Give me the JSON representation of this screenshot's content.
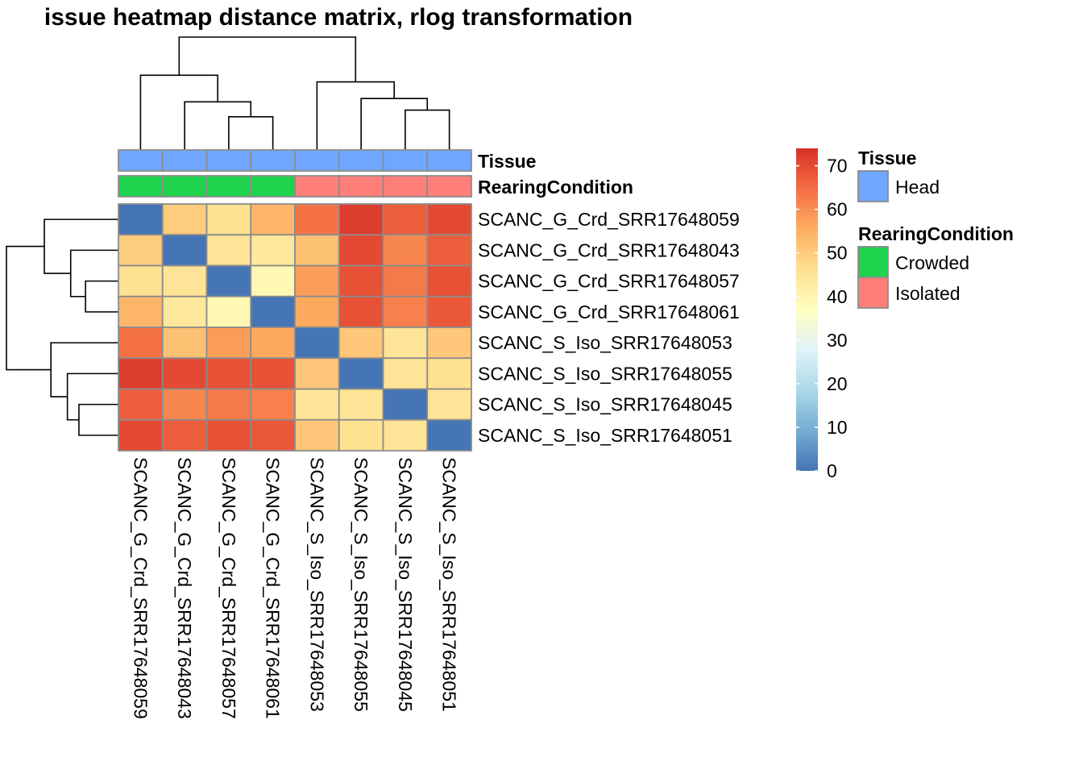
{
  "chart_data": {
    "type": "heatmap",
    "title": "issue heatmap distance matrix, rlog transformation",
    "samples": [
      "SCANC_G_Crd_SRR17648059",
      "SCANC_G_Crd_SRR17648043",
      "SCANC_G_Crd_SRR17648057",
      "SCANC_G_Crd_SRR17648061",
      "SCANC_S_Iso_SRR17648053",
      "SCANC_S_Iso_SRR17648055",
      "SCANC_S_Iso_SRR17648045",
      "SCANC_S_Iso_SRR17648051"
    ],
    "values": [
      [
        0,
        50,
        46,
        54,
        64,
        72,
        67,
        70
      ],
      [
        50,
        0,
        45,
        44,
        52,
        70,
        61,
        67
      ],
      [
        46,
        45,
        0,
        39,
        58,
        69,
        63,
        69
      ],
      [
        54,
        44,
        39,
        0,
        56,
        69,
        62,
        68
      ],
      [
        64,
        52,
        58,
        56,
        0,
        51,
        45,
        51
      ],
      [
        72,
        70,
        69,
        69,
        51,
        0,
        45,
        46
      ],
      [
        67,
        61,
        63,
        62,
        45,
        45,
        0,
        45
      ],
      [
        70,
        67,
        69,
        68,
        51,
        46,
        45,
        0
      ]
    ],
    "annotations": {
      "tracks": [
        {
          "name": "Tissue",
          "values": [
            "Head",
            "Head",
            "Head",
            "Head",
            "Head",
            "Head",
            "Head",
            "Head"
          ]
        },
        {
          "name": "RearingCondition",
          "values": [
            "Crowded",
            "Crowded",
            "Crowded",
            "Crowded",
            "Isolated",
            "Isolated",
            "Isolated",
            "Isolated"
          ]
        }
      ],
      "legend": [
        {
          "title": "Tissue",
          "items": [
            {
              "label": "Head",
              "color": "#6fa6ff"
            }
          ]
        },
        {
          "title": "RearingCondition",
          "items": [
            {
              "label": "Crowded",
              "color": "#1fd34c"
            },
            {
              "label": "Isolated",
              "color": "#fe7f79"
            }
          ]
        }
      ]
    },
    "colorbar": {
      "ticks": [
        0,
        10,
        20,
        30,
        40,
        50,
        60,
        70
      ],
      "range": [
        0,
        74
      ],
      "palette": [
        "#4575b4",
        "#74add1",
        "#abd9e9",
        "#e0f3f8",
        "#ffffbf",
        "#fee090",
        "#fdae61",
        "#f46d43",
        "#d73027"
      ]
    },
    "dendrogram": {
      "columns": [
        {
          "a": 2,
          "b": 3,
          "h": 1.0
        },
        {
          "a": 1,
          "b": -1,
          "h": 1.45
        },
        {
          "a": 0,
          "b": -2,
          "h": 2.25
        },
        {
          "a": 6,
          "b": 7,
          "h": 1.2
        },
        {
          "a": 5,
          "b": -4,
          "h": 1.55
        },
        {
          "a": 4,
          "b": -5,
          "h": 2.05
        },
        {
          "a": -3,
          "b": -6,
          "h": 3.4
        }
      ]
    }
  }
}
